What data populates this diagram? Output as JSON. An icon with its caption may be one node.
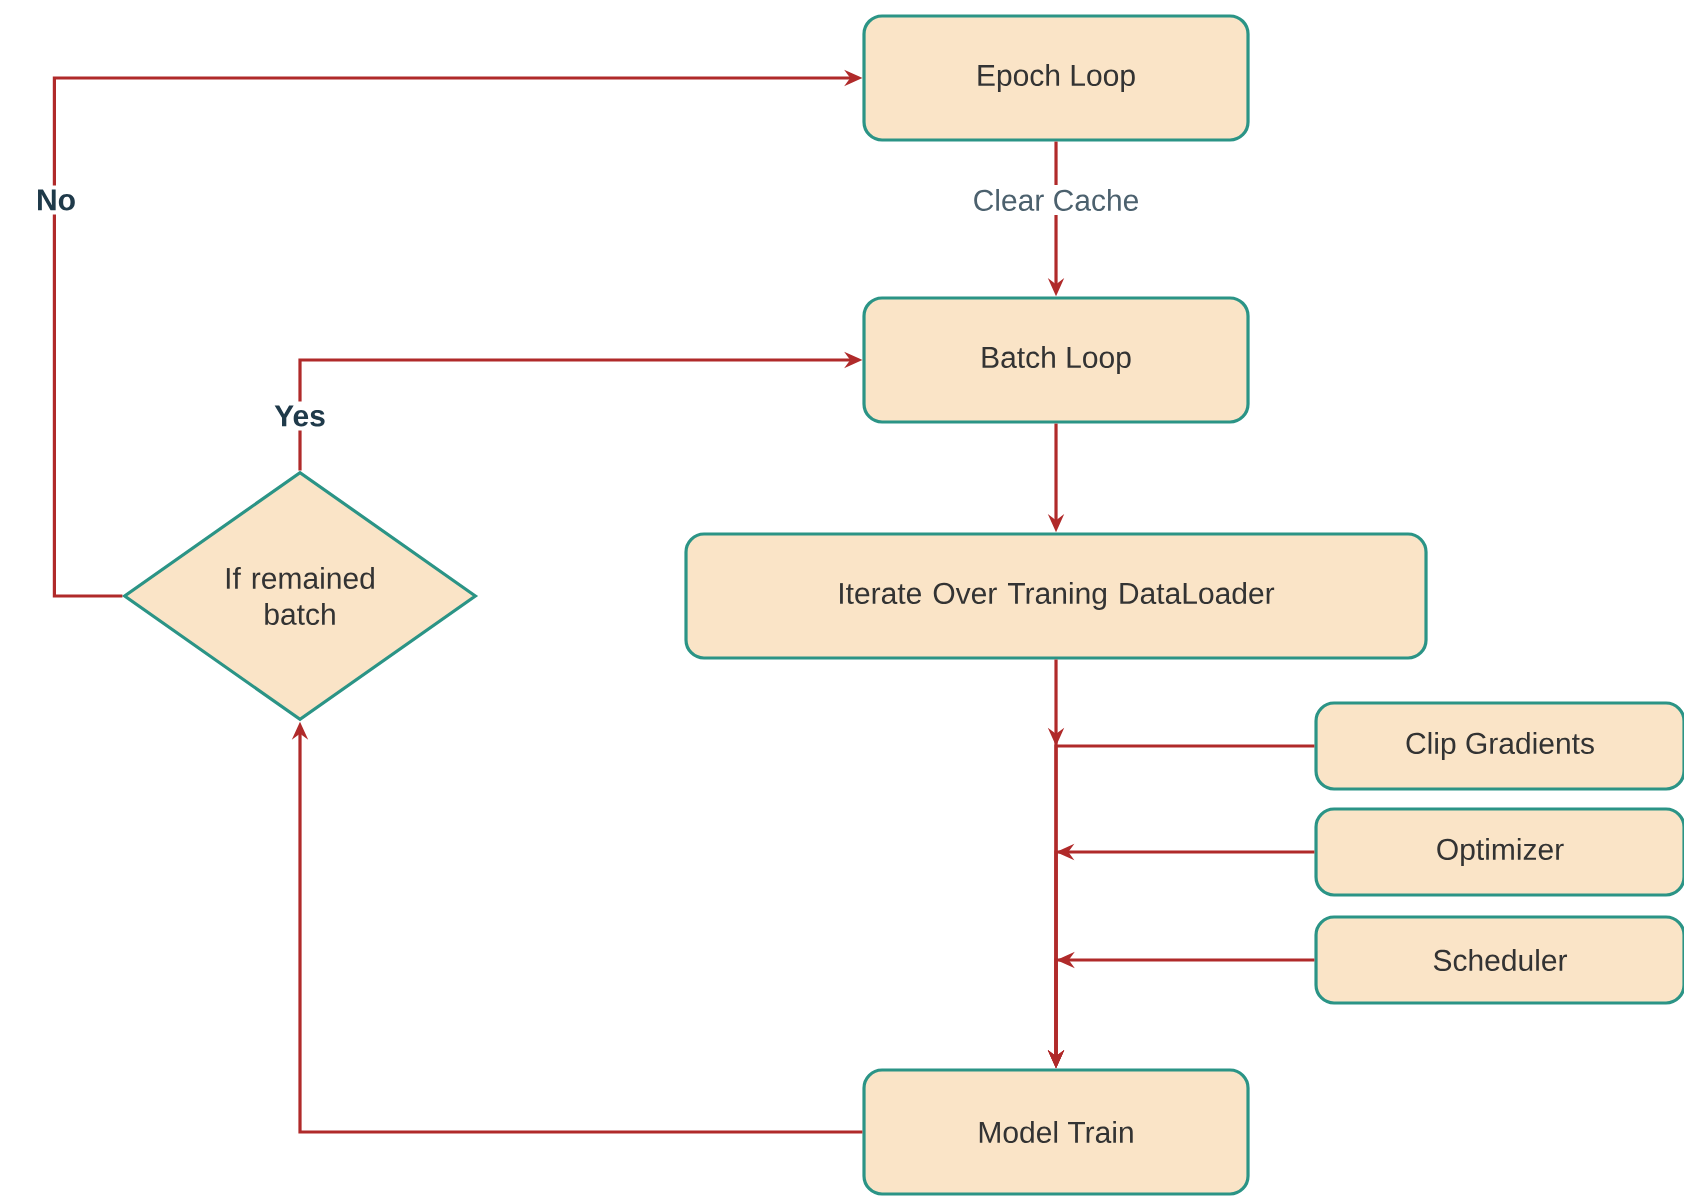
{
  "diagram": {
    "nodes": [
      {
        "text": [
          "Epoch Loop"
        ]
      },
      {
        "text": [
          "Batch Loop"
        ]
      },
      {
        "text": [
          "Iterate Over Traning DataLoader"
        ]
      },
      {
        "text": [
          "If remained batch"
        ]
      },
      {
        "text": [
          "Clip Gradients"
        ]
      },
      {
        "text": [
          "Optimizer"
        ]
      },
      {
        "text": [
          "Scheduler"
        ]
      },
      {
        "text": [
          "Model Train"
        ]
      }
    ],
    "edges": [
      {
        "from": 0,
        "to": 1,
        "arrow": "to",
        "label": "Clear Cache"
      },
      {
        "from": 1,
        "to": 2,
        "arrow": "to"
      },
      {
        "from": 2,
        "to": 7,
        "arrow": "to"
      },
      {
        "from": 4,
        "to": 7,
        "arrow": "to"
      },
      {
        "from": 5,
        "to": 7,
        "arrow": "to"
      },
      {
        "from": 6,
        "to": 7,
        "arrow": "to"
      },
      {
        "from": 7,
        "to": 3,
        "arrow": "to"
      },
      {
        "from": 3,
        "to": 1,
        "arrow": "to",
        "label": "Yes"
      },
      {
        "from": 3,
        "to": 0,
        "arrow": "to",
        "label": "No"
      }
    ]
  }
}
